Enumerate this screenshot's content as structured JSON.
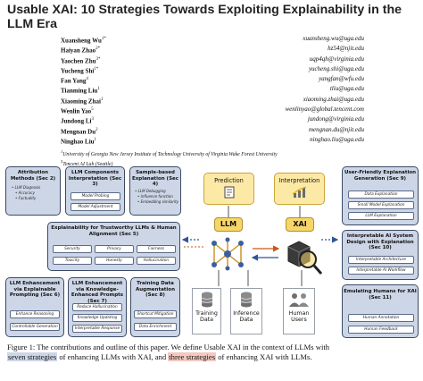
{
  "paper": {
    "title": "Usable XAI: 10 Strategies Towards Exploiting Explainability in the LLM Era"
  },
  "authors": [
    {
      "name": "Xuansheng Wu",
      "sup": "1*",
      "email": "xuansheng.wu@uga.edu"
    },
    {
      "name": "Haiyan Zhao",
      "sup": "2*",
      "email": "hz54@njit.edu"
    },
    {
      "name": "Yaochen Zhu",
      "sup": "3*",
      "email": "uqp4qh@virginia.edu"
    },
    {
      "name": "Yucheng Shi",
      "sup": "1*",
      "email": "yucheng.shi@uga.edu"
    },
    {
      "name": "Fan Yang",
      "sup": "4",
      "email": "yangfan@wfu.edu"
    },
    {
      "name": "Tianming Liu",
      "sup": "1",
      "email": "tliu@uga.edu"
    },
    {
      "name": "Xiaoming Zhai",
      "sup": "1",
      "email": "xiaoming.zhai@uga.edu"
    },
    {
      "name": "Wenlin Yao",
      "sup": "5",
      "email": "wenlinyao@global.tencent.com"
    },
    {
      "name": "Jundong Li",
      "sup": "3",
      "email": "jundong@virginia.edu"
    },
    {
      "name": "Mengnan Du",
      "sup": "2",
      "email": "mengnan.du@njit.edu"
    },
    {
      "name": "Ninghao Liu",
      "sup": "1",
      "email": "ninghao.liu@uga.edu"
    }
  ],
  "affiliations": {
    "line1": "University of Georgia   New Jersey Institute of Technology   University of Virginia   Wake Forest University",
    "line2": "Tencent AI Lab (Seattle)",
    "sups": [
      "1",
      "2",
      "3",
      "4",
      "5"
    ]
  },
  "figure": {
    "attr": {
      "title": "Attribution Methods (Sec 2)",
      "items": [
        "LLM Diagnosis",
        "Accuracy",
        "Factuality"
      ]
    },
    "comp": {
      "title": "LLM Components Interpretation (Sec 3)",
      "items": [
        "Model Probing",
        "Model Adjustment"
      ]
    },
    "sample": {
      "title": "Sample-based Explanation (Sec 4)",
      "items": [
        "LLM Debugging",
        "Influence function",
        "Embedding similarity"
      ]
    },
    "explain": {
      "title": "Explainability for Trustworthy LLMs & Human Alignment (Sec 5)",
      "items": [
        "Security",
        "Privacy",
        "Fairness",
        "Toxicity",
        "Honesty",
        "Hallucination"
      ]
    },
    "prompt": {
      "title": "LLM Enhancement via Explainable Prompting (Sec 6)",
      "items": [
        "Enhance Reasoning",
        "Controllable Generation"
      ]
    },
    "knowledge": {
      "title": "LLM Enhancement via Knowledge-Enhanced Prompts (Sec 7)",
      "items": [
        "Reduce Hallucination",
        "Knowledge Updating",
        "Interpretable Response"
      ]
    },
    "training": {
      "title": "Training Data Augmentation (Sec 8)",
      "items": [
        "Shortcut Mitigation",
        "Data Enrichment"
      ]
    },
    "prediction": "Prediction",
    "interpretation": "Interpretation",
    "llm": "LLM",
    "xai": "XAI",
    "training_data": "Training Data",
    "inference_data": "Inference Data",
    "human_users": "Human Users",
    "user_friendly": {
      "title": "User-Friendly Explanation Generation (Sec 9)",
      "items": [
        "Data Explanation",
        "Small Model Explanation",
        "LLM Explanation"
      ]
    },
    "interpretable_ai": {
      "title": "Interpretable AI System Design with Explanation (Sec 10)",
      "items": [
        "Interpretable Architecture",
        "Interpretable AI Workflow"
      ]
    },
    "emulating": {
      "title": "Emulating Humans for XAI (Sec 11)",
      "items": [
        "Human Annotation",
        "Human Feedback"
      ]
    }
  },
  "caption": {
    "line1": "Figure 1: The contributions and outline of this paper. We define Usable XAI in the context of LLMs with",
    "hl1": "seven strategies",
    "mid": " of enhancing LLMs with XAI, and ",
    "hl2": "three strategies",
    "end": " of enhancing XAI with LLMs."
  },
  "colors": {
    "box_fill": "#cdd6e6",
    "box_border": "#3b4a66",
    "bubble_fill": "#fde9a6",
    "label_fill": "#f6d66a",
    "arrow_blue": "#2f5597",
    "arrow_orange": "#c55a11",
    "highlight_red": "#f3c8c0"
  },
  "icons": [
    "brain-network-icon",
    "magnifier-cube-icon",
    "database-icon",
    "people-icon",
    "chart-icon"
  ]
}
